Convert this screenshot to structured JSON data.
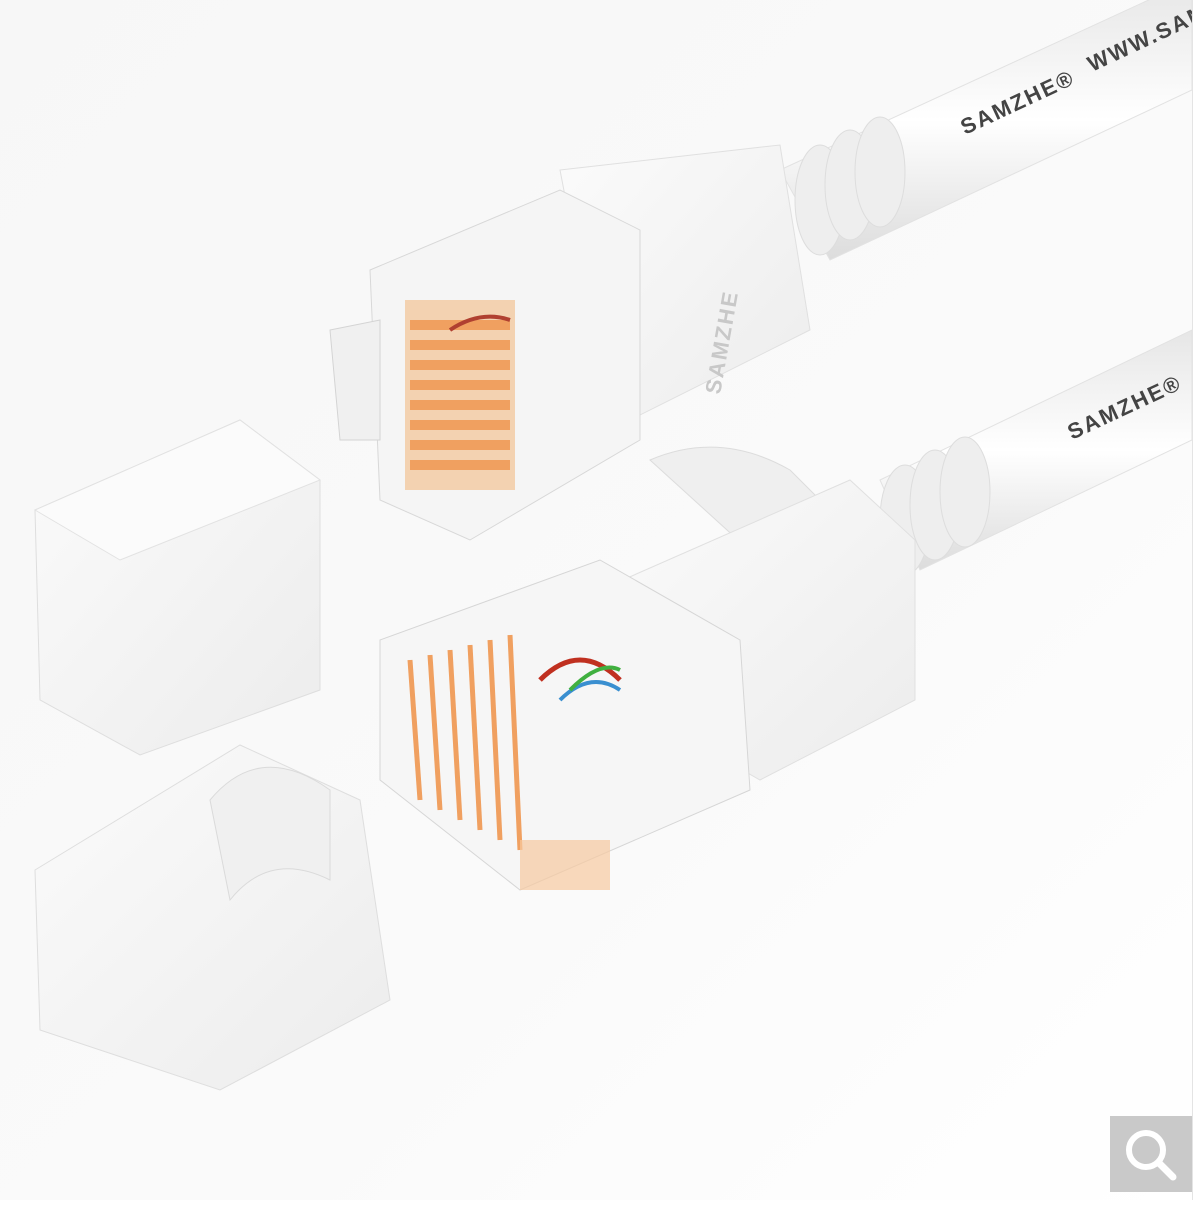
{
  "product": {
    "brand_marking_top": "SAMZHE®",
    "url_marking_top": "WWW.SAM",
    "boot_marking": "SAMZHE",
    "brand_marking_bottom": "SAMZHE®"
  },
  "controls": {
    "zoom_icon": "magnifier-icon"
  },
  "colors": {
    "zoom_button_bg": "#c9c9c9",
    "background": "#f8f8f8"
  }
}
